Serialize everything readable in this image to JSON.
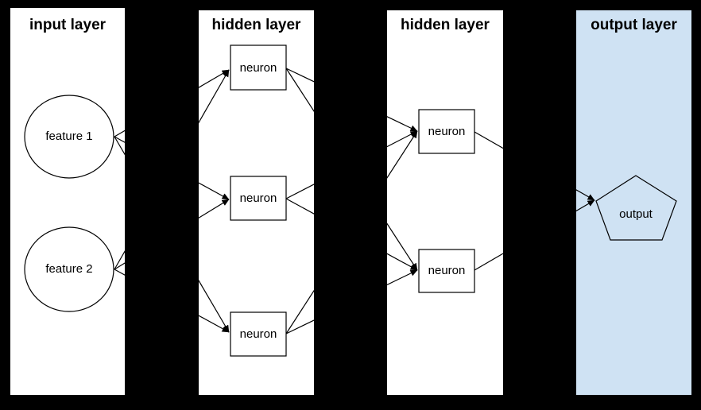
{
  "diagram": {
    "type": "neural-network",
    "background_color": "#000000",
    "panel_color": "#ffffff",
    "output_panel_color": "#cfe2f3",
    "edge_color": "#000000"
  },
  "layers": [
    {
      "title": "input layer",
      "nodes": [
        {
          "id": "feature-1",
          "label": "feature 1",
          "shape": "circle"
        },
        {
          "id": "feature-2",
          "label": "feature 2",
          "shape": "circle"
        }
      ]
    },
    {
      "title": "hidden layer",
      "nodes": [
        {
          "id": "h1-n1",
          "label": "neuron",
          "shape": "rect"
        },
        {
          "id": "h1-n2",
          "label": "neuron",
          "shape": "rect"
        },
        {
          "id": "h1-n3",
          "label": "neuron",
          "shape": "rect"
        }
      ]
    },
    {
      "title": "hidden layer",
      "nodes": [
        {
          "id": "h2-n1",
          "label": "neuron",
          "shape": "rect"
        },
        {
          "id": "h2-n2",
          "label": "neuron",
          "shape": "rect"
        }
      ]
    },
    {
      "title": "output layer",
      "nodes": [
        {
          "id": "output",
          "label": "output",
          "shape": "pentagon"
        }
      ]
    }
  ],
  "edges": [
    {
      "from": "feature-1",
      "to": "h1-n1"
    },
    {
      "from": "feature-1",
      "to": "h1-n2"
    },
    {
      "from": "feature-1",
      "to": "h1-n3"
    },
    {
      "from": "feature-2",
      "to": "h1-n1"
    },
    {
      "from": "feature-2",
      "to": "h1-n2"
    },
    {
      "from": "feature-2",
      "to": "h1-n3"
    },
    {
      "from": "h1-n1",
      "to": "h2-n1"
    },
    {
      "from": "h1-n1",
      "to": "h2-n2"
    },
    {
      "from": "h1-n2",
      "to": "h2-n1"
    },
    {
      "from": "h1-n2",
      "to": "h2-n2"
    },
    {
      "from": "h1-n3",
      "to": "h2-n1"
    },
    {
      "from": "h1-n3",
      "to": "h2-n2"
    },
    {
      "from": "h2-n1",
      "to": "output"
    },
    {
      "from": "h2-n2",
      "to": "output"
    }
  ]
}
